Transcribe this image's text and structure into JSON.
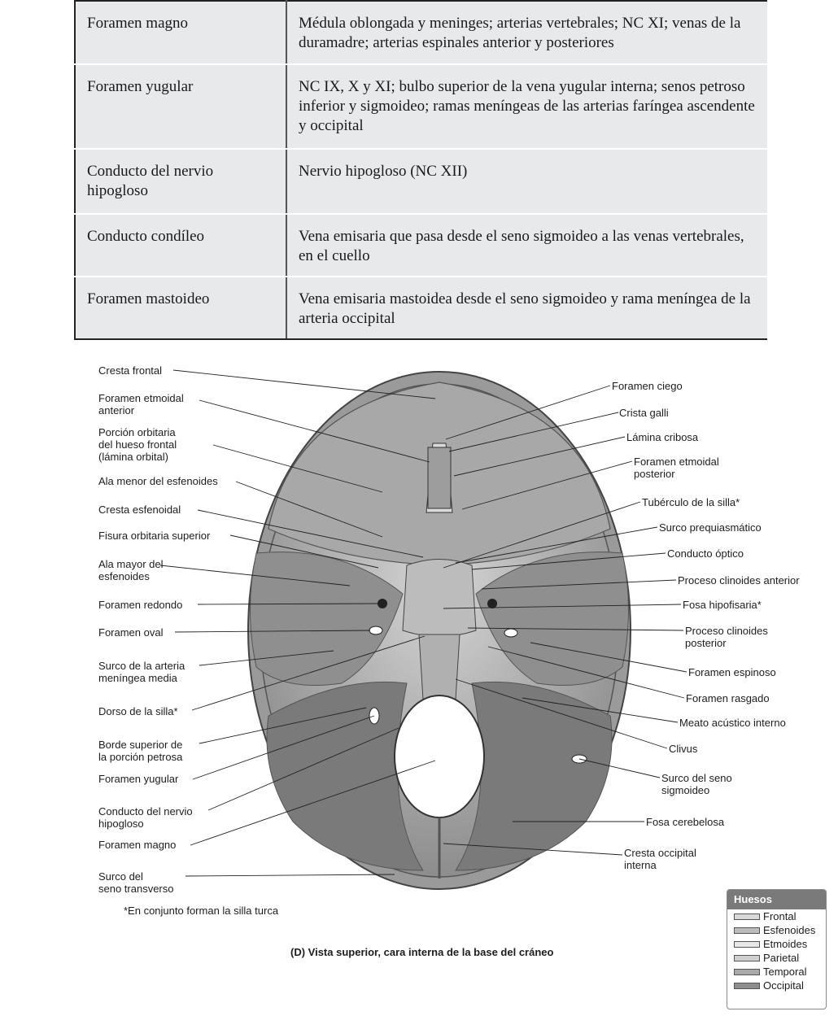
{
  "table": [
    {
      "structure": "Foramen magno",
      "contents": "Médula oblongada y meninges; arterias vertebrales; NC XI; venas de la duramadre; arterias espinales anterior y posteriores"
    },
    {
      "structure": "Foramen yugular",
      "contents": "NC IX, X y XI; bulbo superior de la vena yugular interna; senos petroso inferior y sigmoideo; ramas meníngeas de las arterias faríngea ascendente y occipital"
    },
    {
      "structure": "Conducto del nervio hipogloso",
      "contents": "Nervio hipogloso (NC XII)"
    },
    {
      "structure": "Conducto condíleo",
      "contents": "Vena emisaria que pasa desde el seno sigmoideo a las venas vertebrales, en el cuello"
    },
    {
      "structure": "Foramen mastoideo",
      "contents": "Vena emisaria mastoidea desde el seno sigmoideo y rama meníngea de la arteria occipital"
    }
  ],
  "figure": {
    "left_labels": [
      "Cresta frontal",
      "Foramen etmoidal\nanterior",
      "Porción orbitaria\ndel hueso frontal\n(lámina orbital)",
      "Ala menor del esfenoides",
      "Cresta esfenoidal",
      "Fisura orbitaria superior",
      "Ala mayor del\nesfenoides",
      "Foramen redondo",
      "Foramen oval",
      "Surco de la arteria\nmeníngea media",
      "Dorso de la silla*",
      "Borde superior de\nla porción petrosa",
      "Foramen yugular",
      "Conducto del nervio\nhipogloso",
      "Foramen magno",
      "Surco del\nseno transverso"
    ],
    "right_labels": [
      "Foramen ciego",
      "Crista galli",
      "Lámina cribosa",
      "Foramen etmoidal\nposterior",
      "Tubérculo de la silla*",
      "Surco prequiasmático",
      "Conducto óptico",
      "Proceso clinoides anterior",
      "Fosa hipofisaria*",
      "Proceso clinoides\nposterior",
      "Foramen espinoso",
      "Foramen rasgado",
      "Meato acústico interno",
      "Clivus",
      "Surco del seno\nsigmoideo",
      "Fosa cerebelosa",
      "Cresta occipital\ninterna"
    ],
    "footnote": "*En conjunto forman la silla turca",
    "caption": "(D) Vista superior, cara interna de la base del cráneo",
    "legend": {
      "title": "Huesos",
      "items": [
        "Frontal",
        "Esfenoides",
        "Etmoides",
        "Parietal",
        "Temporal",
        "Occipital"
      ],
      "colors": [
        "#d9d9d9",
        "#bdbdbd",
        "#e8e8e8",
        "#cfcfcf",
        "#a9a9a9",
        "#8e8e8e"
      ]
    }
  }
}
